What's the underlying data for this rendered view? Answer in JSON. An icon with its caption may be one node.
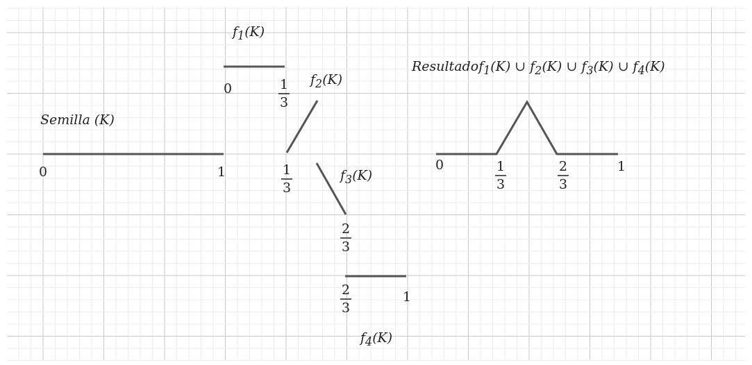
{
  "diagram": {
    "labels": [
      "f$_{1}$(K)",
      "0",
      "1",
      "3",
      "f$_{2}$(K)",
      "Resultadof$_{1}$(K) ∪ f$_{2}$(K) ∪ f$_{3}$(K) ∪ f$_{4}$(K)",
      "Semilla (K)",
      "0",
      "1",
      "1",
      "3",
      "0",
      "1",
      "3",
      "2",
      "3",
      "1",
      "f$_{3}$(K)",
      "2",
      "3",
      "2",
      "3",
      "1",
      "f$_{4}$(K)"
    ]
  }
}
